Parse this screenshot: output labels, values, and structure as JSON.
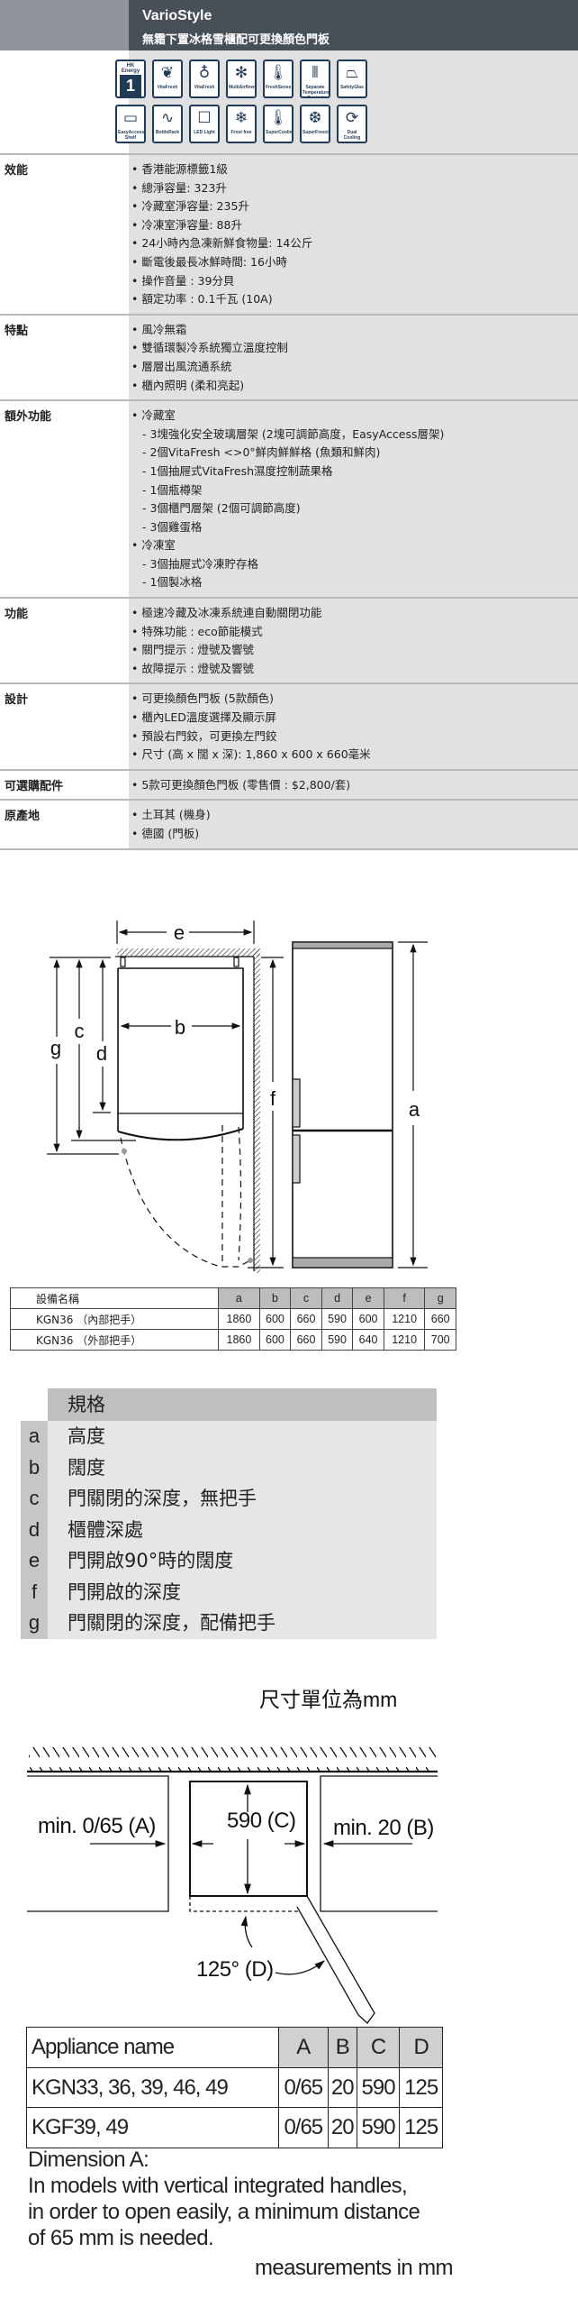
{
  "header": {
    "title": "VarioStyle",
    "subtitle": "無霜下置冰格雪櫃配可更換顏色門板"
  },
  "feature_icons": [
    {
      "label": "HK Energy",
      "glyph": "1",
      "icon": "energy-label-icon"
    },
    {
      "label": "VitaFresh",
      "glyph": "❦",
      "icon": "vitafresh-fruit-icon"
    },
    {
      "label": "VitaFresh",
      "glyph": "♁",
      "icon": "vitafresh-fish-meat-icon"
    },
    {
      "label": "MultiAirflow",
      "glyph": "✻",
      "icon": "multiairflow-icon"
    },
    {
      "label": "FreshSense",
      "glyph": "🌡",
      "icon": "freshsense-icon"
    },
    {
      "label": "Separate Temperature Control",
      "glyph": "⫴",
      "icon": "separate-temperature-control-icon"
    },
    {
      "label": "SafetyGlas",
      "glyph": "⏢",
      "icon": "safetyglas-icon"
    },
    {
      "label": "EasyAccess Shelf",
      "glyph": "▭",
      "icon": "easyaccess-shelf-icon"
    },
    {
      "label": "BottleRack",
      "glyph": "∿",
      "icon": "bottlerack-icon"
    },
    {
      "label": "LED Light",
      "glyph": "☐",
      "icon": "led-light-icon"
    },
    {
      "label": "Frost free",
      "glyph": "❄",
      "icon": "frost-free-icon"
    },
    {
      "label": "SuperCooling",
      "glyph": "🌡",
      "icon": "supercooling-icon"
    },
    {
      "label": "SuperFreezing",
      "glyph": "❆",
      "icon": "superfreezing-icon"
    },
    {
      "label": "Dual Cooling",
      "glyph": "⟳",
      "icon": "dual-cooling-icon"
    }
  ],
  "spec_rows": [
    {
      "label": "效能",
      "items": [
        {
          "t": "b",
          "text": "香港能源標籤1級"
        },
        {
          "t": "b",
          "text": "總淨容量: 323升"
        },
        {
          "t": "b",
          "text": "冷藏室淨容量: 235升"
        },
        {
          "t": "b",
          "text": "冷凍室淨容量: 88升"
        },
        {
          "t": "b",
          "text": "24小時內急凍新鮮食物量: 14公斤"
        },
        {
          "t": "b",
          "text": "斷電後最長冰鮮時間: 16小時"
        },
        {
          "t": "b",
          "text": "操作音量 : 39分貝"
        },
        {
          "t": "b",
          "text": "額定功率 : 0.1千瓦 (10A)"
        }
      ]
    },
    {
      "label": "特點",
      "items": [
        {
          "t": "b",
          "text": "風冷無霜"
        },
        {
          "t": "b",
          "text": "雙循環製冷系統獨立溫度控制"
        },
        {
          "t": "b",
          "text": "層層出風流通系統"
        },
        {
          "t": "b",
          "text": "櫃內照明 (柔和亮起)"
        }
      ]
    },
    {
      "label": "額外功能",
      "items": [
        {
          "t": "b",
          "text": "冷藏室"
        },
        {
          "t": "s",
          "text": "3塊強化安全玻璃層架 (2塊可調節高度，EasyAccess層架)"
        },
        {
          "t": "s",
          "text": "2個VitaFresh <>0°鮮肉鮮鮮格 (魚類和鮮肉)"
        },
        {
          "t": "s",
          "text": "1個抽屜式VitaFresh濕度控制蔬果格"
        },
        {
          "t": "s",
          "text": "1個瓶樽架"
        },
        {
          "t": "s",
          "text": "3個櫃門層架 (2個可調節高度)"
        },
        {
          "t": "s",
          "text": "3個雞蛋格"
        },
        {
          "t": "b",
          "text": "冷凍室"
        },
        {
          "t": "s",
          "text": "3個抽屜式冷凍貯存格"
        },
        {
          "t": "s",
          "text": "1個製冰格"
        }
      ]
    },
    {
      "label": "功能",
      "items": [
        {
          "t": "b",
          "text": "極速冷藏及冰凍系統連自動關閉功能"
        },
        {
          "t": "b",
          "text": "特殊功能 : eco節能模式"
        },
        {
          "t": "b",
          "text": "關門提示 : 燈號及響號"
        },
        {
          "t": "b",
          "text": "故障提示 : 燈號及響號"
        }
      ]
    },
    {
      "label": "設計",
      "items": [
        {
          "t": "b",
          "text": "可更換顏色門板 (5款顏色)"
        },
        {
          "t": "b",
          "text": "櫃內LED溫度選擇及顯示屏"
        },
        {
          "t": "b",
          "text": "預設右門鉸，可更換左門鉸"
        },
        {
          "t": "b",
          "text": "尺寸 (高 x 闊 x 深): 1,860 x 600 x 660毫米"
        }
      ]
    },
    {
      "label": "可選購配件",
      "items": [
        {
          "t": "b",
          "text": "5款可更換顏色門板 (零售價 : $2,800/套)"
        }
      ]
    },
    {
      "label": "原產地",
      "items": [
        {
          "t": "b",
          "text": "土耳其 (機身)"
        },
        {
          "t": "b",
          "text": "德國 (門板)"
        }
      ]
    }
  ],
  "diagram1": {
    "labels": {
      "a": "a",
      "b": "b",
      "c": "c",
      "d": "d",
      "e": "e",
      "f": "f",
      "g": "g"
    }
  },
  "dim_table": {
    "headers": [
      "設備名稱",
      "a",
      "b",
      "c",
      "d",
      "e",
      "f",
      "g"
    ],
    "rows": [
      [
        "KGN36 （內部把手）",
        "1860",
        "600",
        "660",
        "590",
        "600",
        "1210",
        "660"
      ],
      [
        "KGN36 （外部把手）",
        "1860",
        "600",
        "660",
        "590",
        "640",
        "1210",
        "700"
      ]
    ]
  },
  "legend": {
    "title": "規格",
    "rows": [
      {
        "key": "a",
        "text": "高度"
      },
      {
        "key": "b",
        "text": "闊度"
      },
      {
        "key": "c",
        "text": "門關閉的深度，無把手"
      },
      {
        "key": "d",
        "text": "櫃體深處"
      },
      {
        "key": "e",
        "text": "門開啟90°時的闊度"
      },
      {
        "key": "f",
        "text": "門開啟的深度"
      },
      {
        "key": "g",
        "text": "門關閉的深度，配備把手"
      }
    ]
  },
  "diagram2": {
    "unit_title": "尺寸單位為mm",
    "label_a": "min. 0/65 (A)",
    "label_c": "590 (C)",
    "label_b": "min. 20 (B)",
    "label_d": "125° (D)"
  },
  "install_table": {
    "headers": [
      "Appliance name",
      "A",
      "B",
      "C",
      "D"
    ],
    "rows": [
      [
        "KGN33, 36, 39, 46, 49",
        "0/65",
        "20",
        "590",
        "125"
      ],
      [
        "KGF39, 49",
        "0/65",
        "20",
        "590",
        "125"
      ]
    ]
  },
  "note": {
    "title": "Dimension A:",
    "lines": [
      "In models with vertical integrated handles,",
      "in order to open easily, a minimum distance",
      "of 65 mm is needed."
    ],
    "units": "measurements in mm"
  }
}
